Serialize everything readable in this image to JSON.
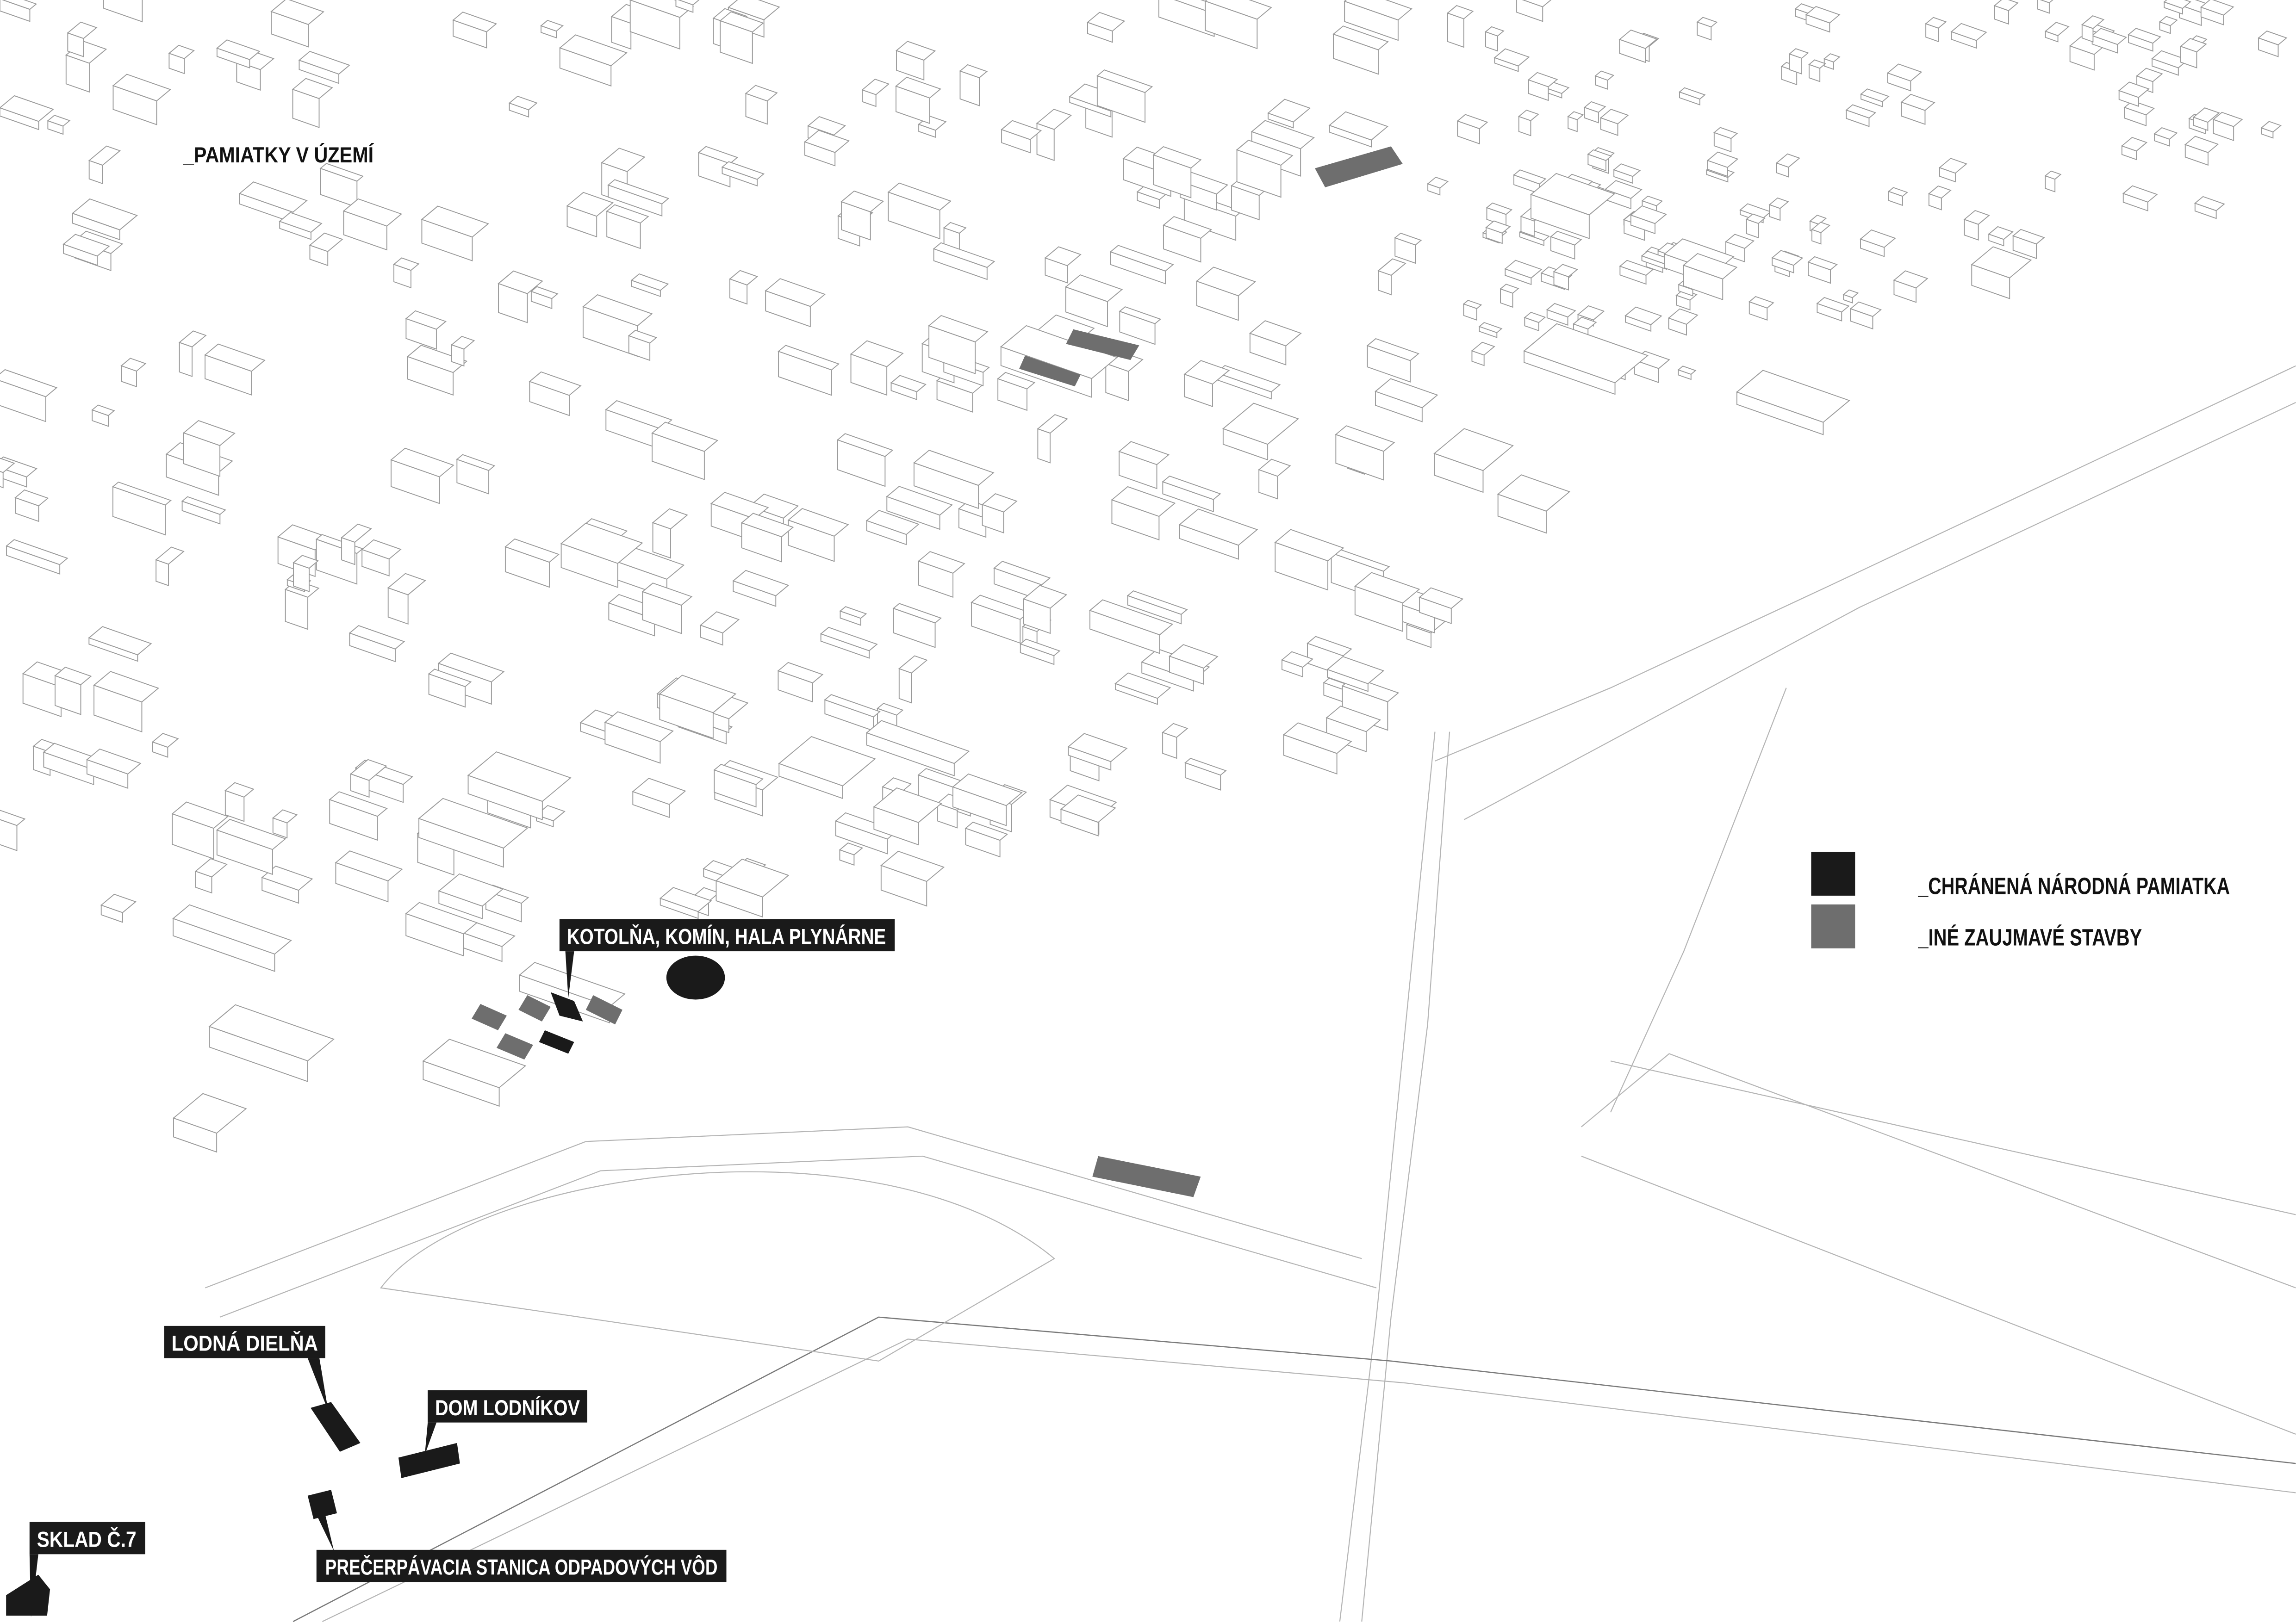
{
  "map": {
    "title": "_PAMIATKY V ÚZEMÍ",
    "legend": [
      {
        "label": "_CHRÁNENÁ NÁRODNÁ PAMIATKA",
        "color": "#1a1a1a"
      },
      {
        "label": "_INÉ ZAUJMAVÉ STAVBY",
        "color": "#6e6e6e"
      }
    ],
    "callouts": [
      {
        "label": "KOTOLŇA, KOMÍN, HALA PLYNÁRNE"
      },
      {
        "label": "LODNÁ DIELŇA"
      },
      {
        "label": "DOM LODNÍKOV"
      },
      {
        "label": "SKLAD Č.7"
      },
      {
        "label": "PREČERPÁVACIA STANICA ODPADOVÝCH VÔD"
      }
    ]
  }
}
